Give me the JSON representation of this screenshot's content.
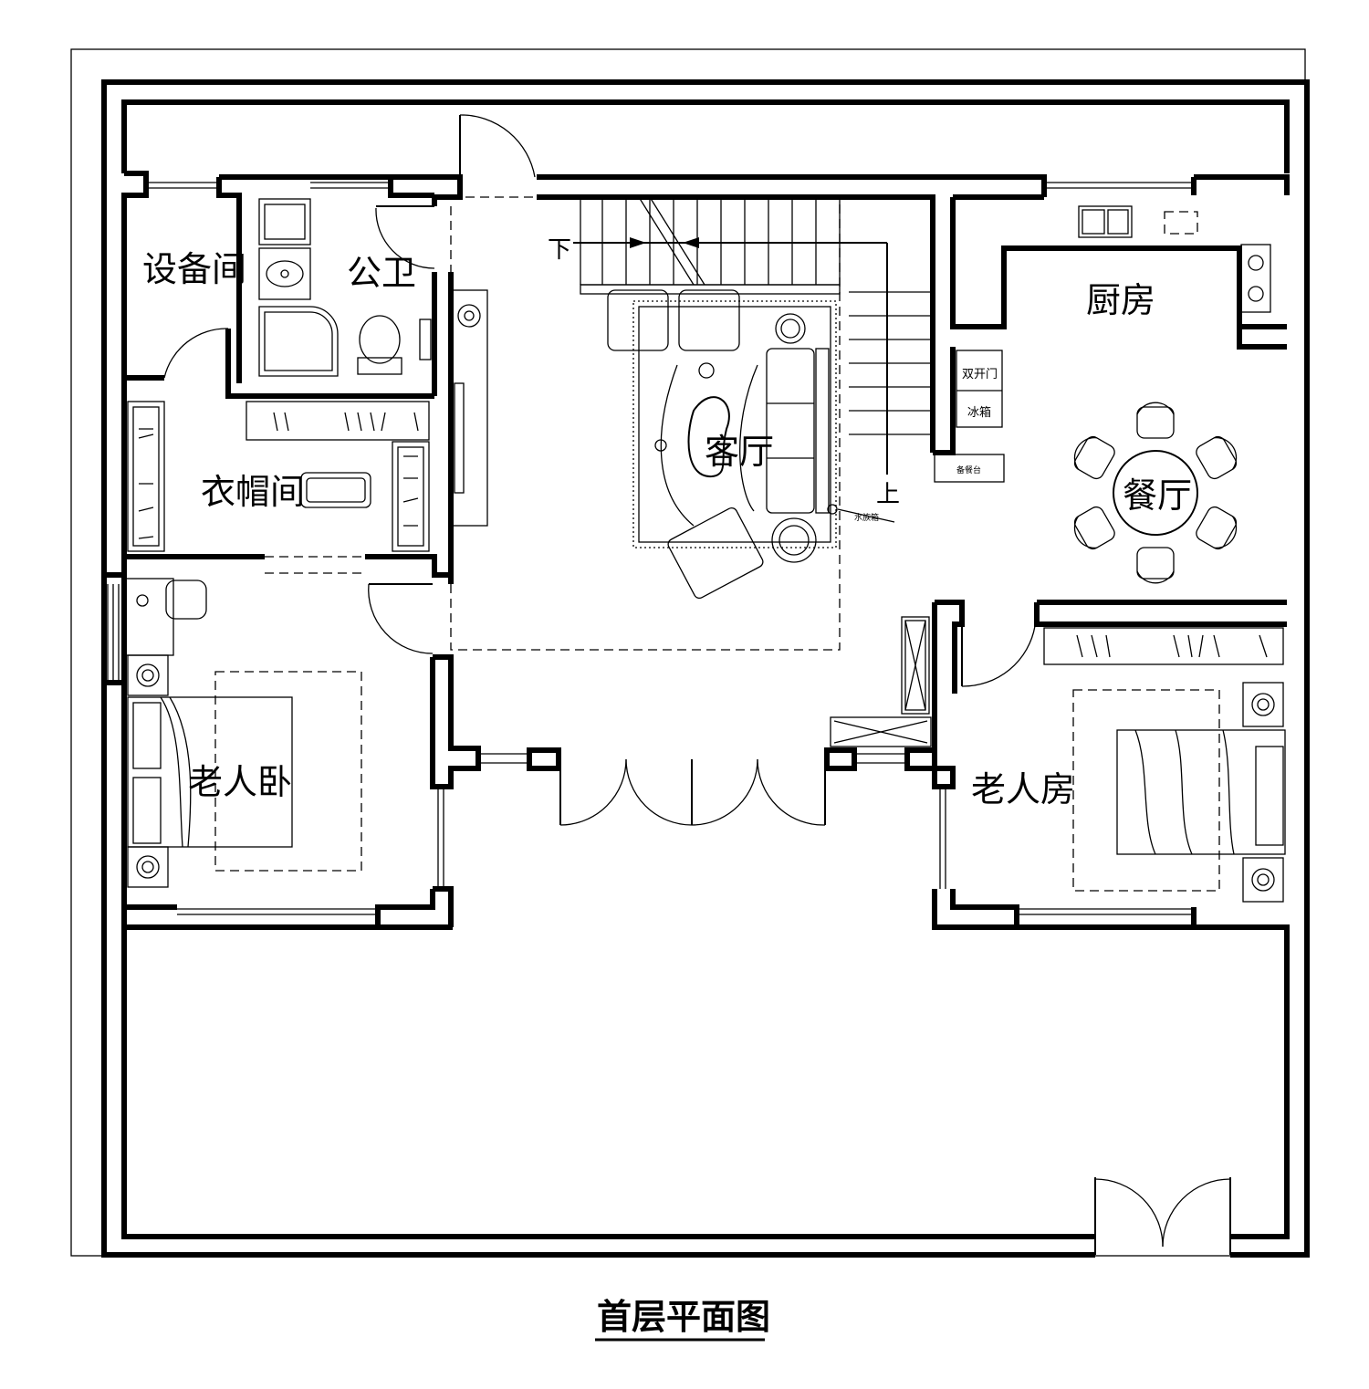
{
  "title": "首层平面图",
  "rooms": {
    "equipment": "设备间",
    "bathroom": "公卫",
    "cloakroom": "衣帽间",
    "elder_bedroom": "老人卧",
    "living_room": "客厅",
    "kitchen": "厨房",
    "dining": "餐厅",
    "elder_room": "老人房"
  },
  "stairs": {
    "down": "下",
    "up": "上"
  },
  "fixtures": {
    "fridge_door": "双开门",
    "fridge": "冰箱",
    "counter": "备餐台",
    "aquarium": "水族箱"
  }
}
